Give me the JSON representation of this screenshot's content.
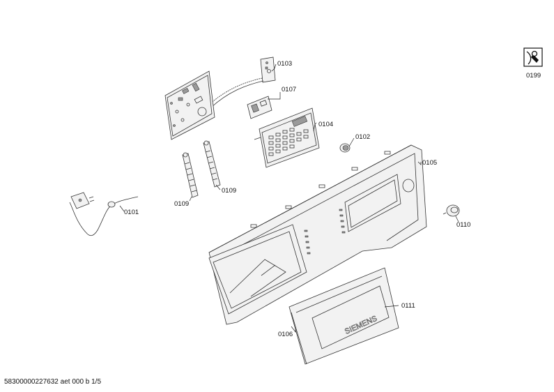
{
  "parts": {
    "p0101": "0101",
    "p0102": "0102",
    "p0103": "0103",
    "p0104": "0104",
    "p0105": "0105",
    "p0106": "0106",
    "p0107": "0107",
    "p0109a": "0109",
    "p0109b": "0109",
    "p0110": "0110",
    "p0111": "0111",
    "p0199": "0199"
  },
  "brand_text": "SIEMENS",
  "footer_text": "58300000227632 aet 000 b 1/5"
}
